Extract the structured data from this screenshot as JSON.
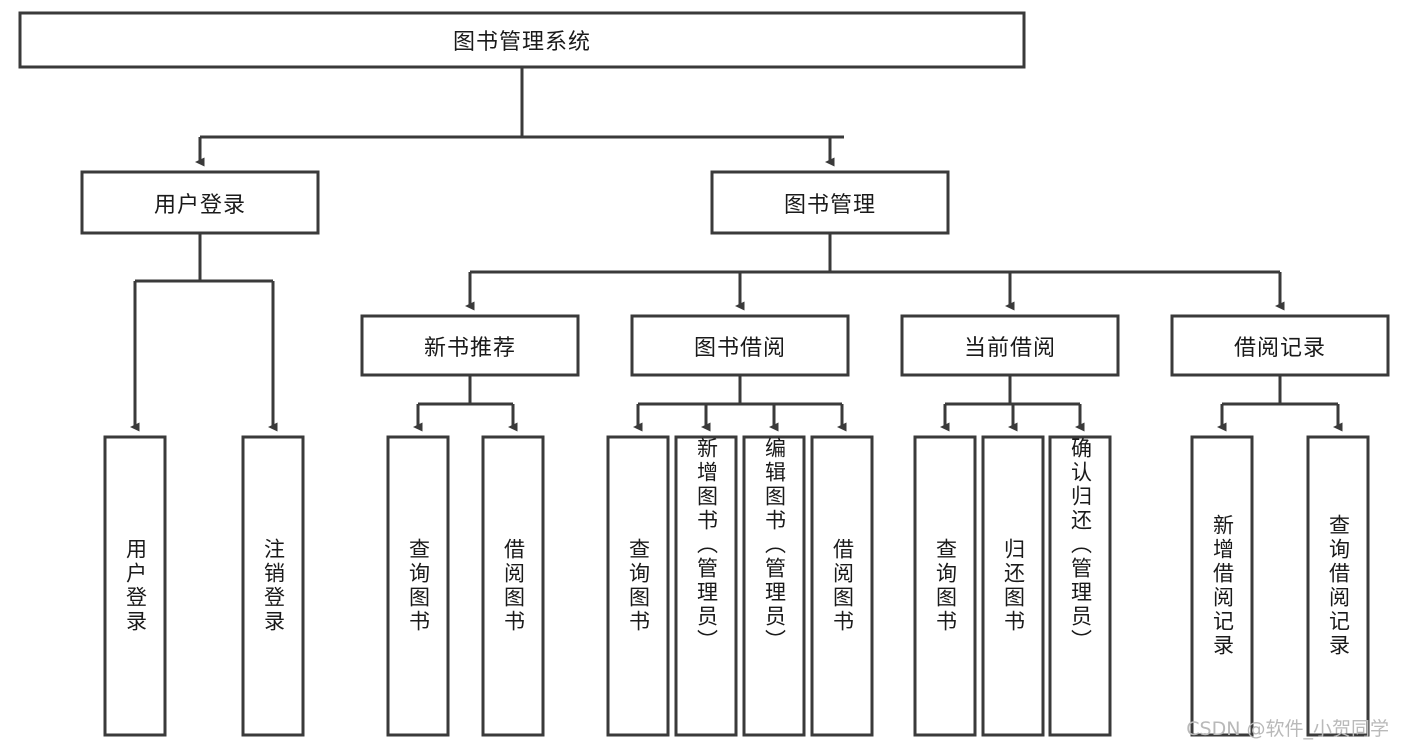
{
  "diagram": {
    "title": "图书管理系统",
    "type": "tree-hierarchy",
    "orientation": "top-down",
    "root": {
      "id": "root",
      "label": "图书管理系统",
      "text_direction": "horizontal"
    },
    "level2": [
      {
        "id": "user-login",
        "label": "用户登录",
        "text_direction": "horizontal"
      },
      {
        "id": "book-manage",
        "label": "图书管理",
        "text_direction": "horizontal"
      }
    ],
    "level3": [
      {
        "id": "new-book-recommend",
        "label": "新书推荐",
        "text_direction": "horizontal",
        "parent": "book-manage"
      },
      {
        "id": "book-borrow",
        "label": "图书借阅",
        "text_direction": "horizontal",
        "parent": "book-manage"
      },
      {
        "id": "current-borrow",
        "label": "当前借阅",
        "text_direction": "horizontal",
        "parent": "book-manage"
      },
      {
        "id": "borrow-record",
        "label": "借阅记录",
        "text_direction": "horizontal",
        "parent": "book-manage"
      }
    ],
    "leaves": {
      "user-login": [
        {
          "id": "leaf-user-login",
          "label": "用户登录",
          "text_direction": "vertical"
        },
        {
          "id": "leaf-user-logout",
          "label": "注销登录",
          "text_direction": "vertical"
        }
      ],
      "new-book-recommend": [
        {
          "id": "leaf-query-book-1",
          "label": "查询图书",
          "text_direction": "vertical"
        },
        {
          "id": "leaf-borrow-book-1",
          "label": "借阅图书",
          "text_direction": "vertical"
        }
      ],
      "book-borrow": [
        {
          "id": "leaf-query-book-2",
          "label": "查询图书",
          "text_direction": "vertical"
        },
        {
          "id": "leaf-add-book-admin",
          "label": "新增图书（管理员）",
          "text_direction": "vertical"
        },
        {
          "id": "leaf-edit-book-admin",
          "label": "编辑图书（管理员）",
          "text_direction": "vertical"
        },
        {
          "id": "leaf-borrow-book-2",
          "label": "借阅图书",
          "text_direction": "vertical"
        }
      ],
      "current-borrow": [
        {
          "id": "leaf-query-book-3",
          "label": "查询图书",
          "text_direction": "vertical"
        },
        {
          "id": "leaf-return-book",
          "label": "归还图书",
          "text_direction": "vertical"
        },
        {
          "id": "leaf-confirm-return-admin",
          "label": "确认归还（管理员）",
          "text_direction": "vertical"
        }
      ],
      "borrow-record": [
        {
          "id": "leaf-add-borrow-record",
          "label": "新增借阅记录",
          "text_direction": "vertical"
        },
        {
          "id": "leaf-query-borrow-record",
          "label": "查询借阅记录",
          "text_direction": "vertical"
        }
      ]
    },
    "colors": {
      "stroke": "#3a3a3a",
      "fill": "#ffffff",
      "text": "#1a1a1a",
      "background": "#ffffff",
      "watermark": "#b9b9b9"
    }
  },
  "watermark": {
    "text": "CSDN @软件_小贺同学"
  }
}
